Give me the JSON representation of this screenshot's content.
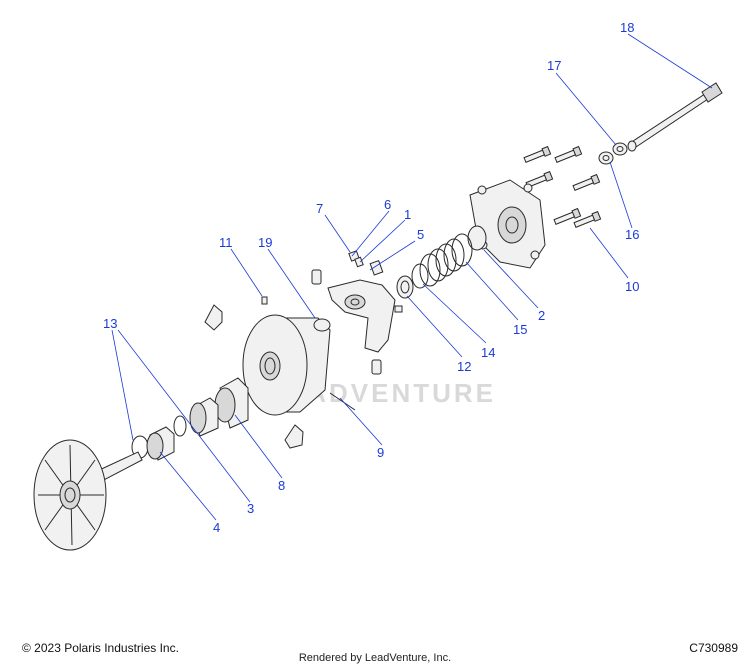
{
  "callouts": {
    "c1": "1",
    "c2": "2",
    "c3": "3",
    "c4": "4",
    "c5": "5",
    "c6": "6",
    "c7": "7",
    "c8": "8",
    "c9": "9",
    "c10": "10",
    "c11": "11",
    "c12": "12",
    "c13": "13",
    "c14": "14",
    "c15": "15",
    "c16": "16",
    "c17": "17",
    "c18": "18",
    "c19": "19"
  },
  "watermark": "LEADVENTURE",
  "footer": {
    "copyright": "© 2023 Polaris Industries Inc.",
    "rendered_by": "Rendered by LeadVenture, Inc.",
    "diagram_id": "C730989"
  },
  "colors": {
    "callout": "#1a3bd6",
    "line": "#2a2a2a",
    "watermark": "#d9d9d9"
  }
}
